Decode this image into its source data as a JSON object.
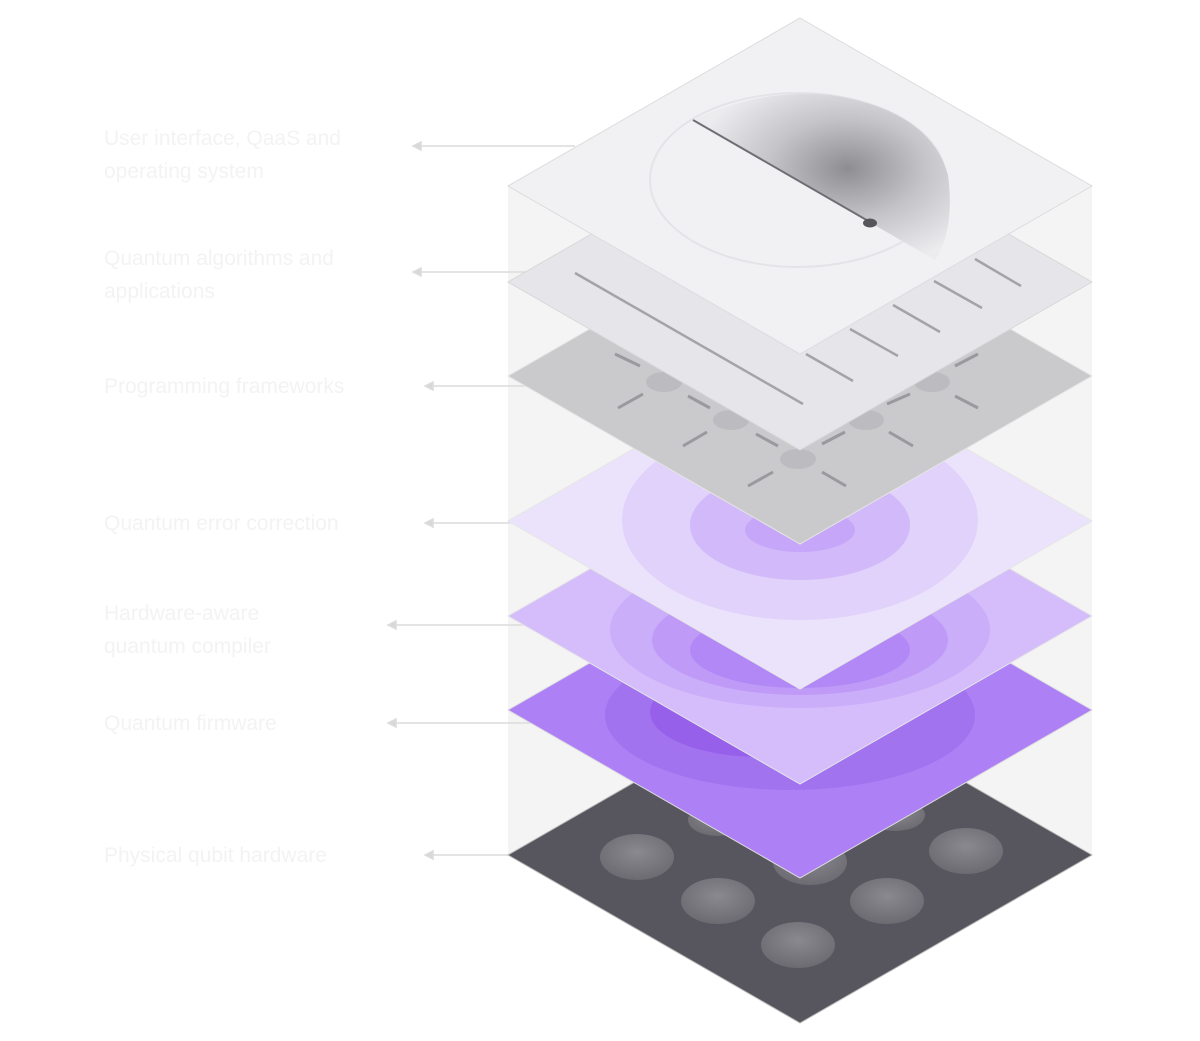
{
  "layers": [
    {
      "label": "User interface, QaaS and operating system",
      "color": "#f1f1f4"
    },
    {
      "label": "Quantum algorithms and applications",
      "color": "#e6e6ea"
    },
    {
      "label": "Programming frameworks",
      "color": "#cacacd"
    },
    {
      "label": "Quantum error correction",
      "color": "#e8defb"
    },
    {
      "label": "Hardware-aware quantum compiler",
      "color": "#d4bdfa"
    },
    {
      "label": "Quantum firmware",
      "color": "#ae80f5"
    },
    {
      "label": "Physical qubit hardware",
      "color": "#57555d"
    }
  ]
}
